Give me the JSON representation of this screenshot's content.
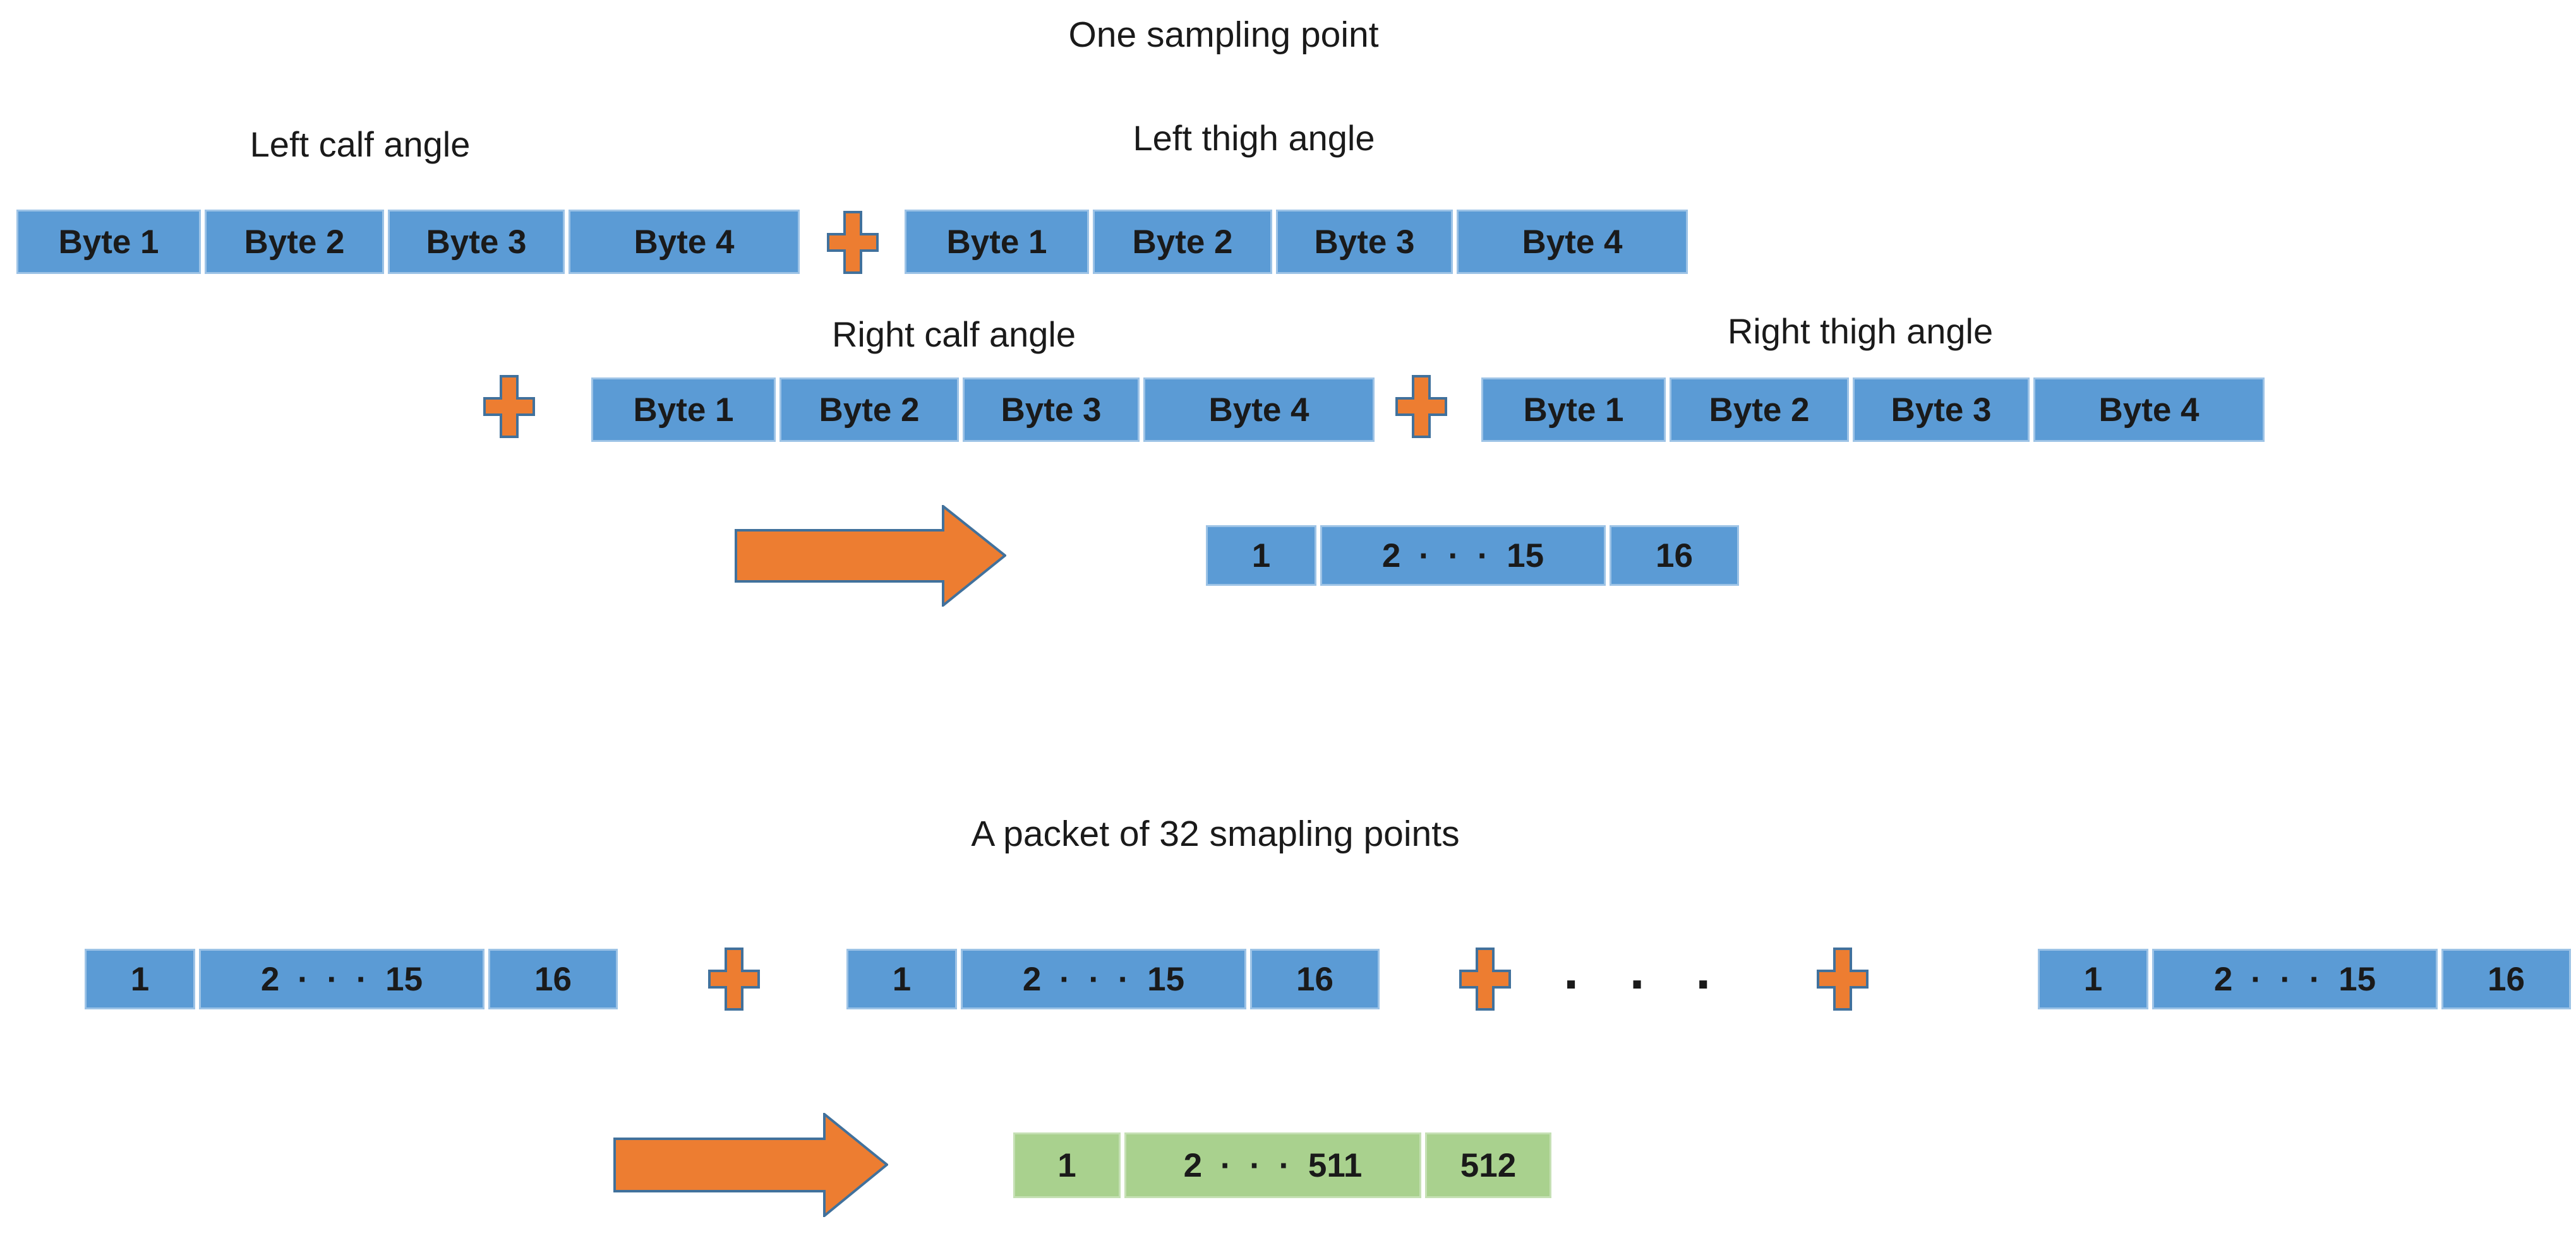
{
  "colors": {
    "box_blue": "#5b9bd5",
    "box_blue_border": "#9dc3e6",
    "box_green": "#a9d18e",
    "box_green_border": "#c5e0b4",
    "shape_orange": "#ed7d31",
    "shape_outline": "#41719c",
    "text": "#1a1a1a"
  },
  "section_one": {
    "title": "One sampling point",
    "groups": [
      {
        "label": "Left calf angle",
        "cells": [
          "Byte 1",
          "Byte 2",
          "Byte 3",
          "Byte 4"
        ]
      },
      {
        "label": "Left thigh angle",
        "cells": [
          "Byte 1",
          "Byte 2",
          "Byte 3",
          "Byte 4"
        ]
      },
      {
        "label": "Right calf angle",
        "cells": [
          "Byte 1",
          "Byte 2",
          "Byte 3",
          "Byte 4"
        ]
      },
      {
        "label": "Right thigh angle",
        "cells": [
          "Byte 1",
          "Byte 2",
          "Byte 3",
          "Byte 4"
        ]
      }
    ],
    "result_cells": [
      "1",
      "2 · · · 15",
      "16"
    ]
  },
  "section_two": {
    "title": "A packet of 32 smapling points",
    "blocks": [
      {
        "cells": [
          "1",
          "2 · · · 15",
          "16"
        ]
      },
      {
        "cells": [
          "1",
          "2 · · · 15",
          "16"
        ]
      },
      {
        "cells": [
          "1",
          "2 · · · 15",
          "16"
        ]
      }
    ],
    "ellipsis": "· · ·",
    "result_cells": [
      "1",
      "2 · · · 511",
      "512"
    ]
  }
}
